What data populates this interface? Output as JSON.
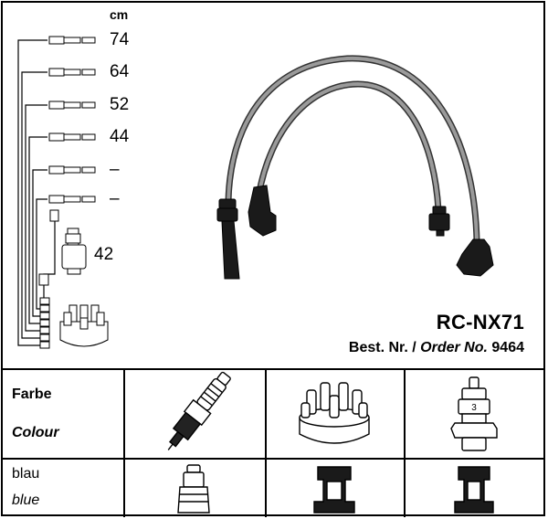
{
  "lengths": {
    "unit": "cm",
    "values": [
      "74",
      "64",
      "52",
      "44",
      "–",
      "–"
    ],
    "coil": "42"
  },
  "product": {
    "title": "RC-NX71",
    "order_prefix": "Best. Nr. /",
    "order_label": "Order No.",
    "order_number": "9464"
  },
  "table": {
    "color_label_de": "Farbe",
    "color_label_en": "Colour",
    "color_value_de": "blau",
    "color_value_en": "blue"
  },
  "icons": [
    "spark-plug-icon",
    "distributor-cap-icon",
    "ignition-coil-icon",
    "plug-boot-icon",
    "distributor-boot-icon",
    "coil-boot-icon"
  ]
}
